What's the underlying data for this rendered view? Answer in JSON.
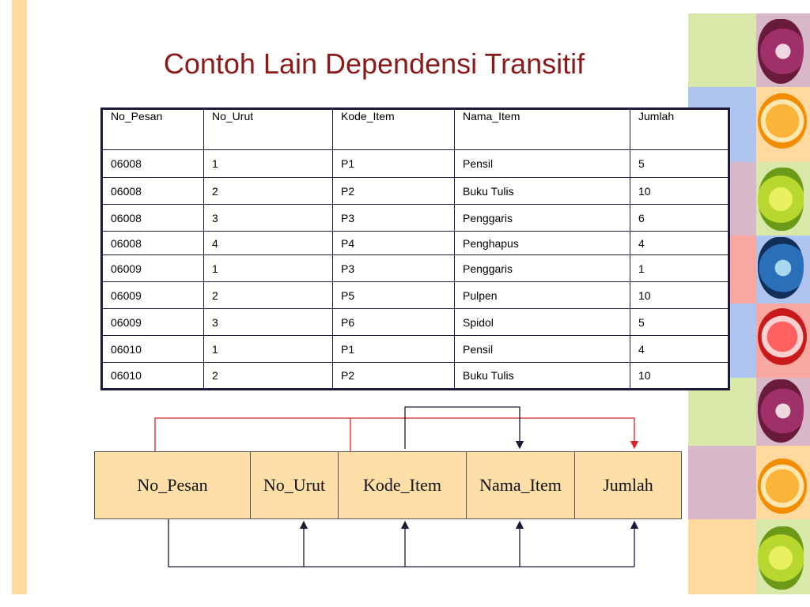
{
  "slide": {
    "title": "Contoh Lain Dependensi Transitif"
  },
  "table": {
    "headers": [
      "No_Pesan",
      "No_Urut",
      "Kode_Item",
      "Nama_Item",
      "Jumlah"
    ],
    "rows": [
      [
        "06008",
        "1",
        "P1",
        "Pensil",
        "5"
      ],
      [
        "06008",
        "2",
        "P2",
        "Buku Tulis",
        "10"
      ],
      [
        "06008",
        "3",
        "P3",
        "Penggaris",
        "6"
      ],
      [
        "06008",
        "4",
        "P4",
        "Penghapus",
        "4"
      ],
      [
        "06009",
        "1",
        "P3",
        "Penggaris",
        "1"
      ],
      [
        "06009",
        "2",
        "P5",
        "Pulpen",
        "10"
      ],
      [
        "06009",
        "3",
        "P6",
        "Spidol",
        "5"
      ],
      [
        "06010",
        "1",
        "P1",
        "Pensil",
        "4"
      ],
      [
        "06010",
        "2",
        "P2",
        "Buku Tulis",
        "10"
      ]
    ]
  },
  "diagram": {
    "attributes": [
      "No_Pesan",
      "No_Urut",
      "Kode_Item",
      "Nama_Item",
      "Jumlah"
    ]
  },
  "colors": {
    "title": "#8B1A1A",
    "attribute_fill": "#FFDFA8",
    "transitive_arrow": "#DD2222",
    "dependency_arrow": "#1a1a3a",
    "left_bar": "#FFDA9E"
  },
  "decoration": {
    "fruit_icons": [
      "apple-icon",
      "orange-icon",
      "lime-icon",
      "apple-icon",
      "orange-icon",
      "apple-icon",
      "orange-icon",
      "lime-icon"
    ]
  }
}
